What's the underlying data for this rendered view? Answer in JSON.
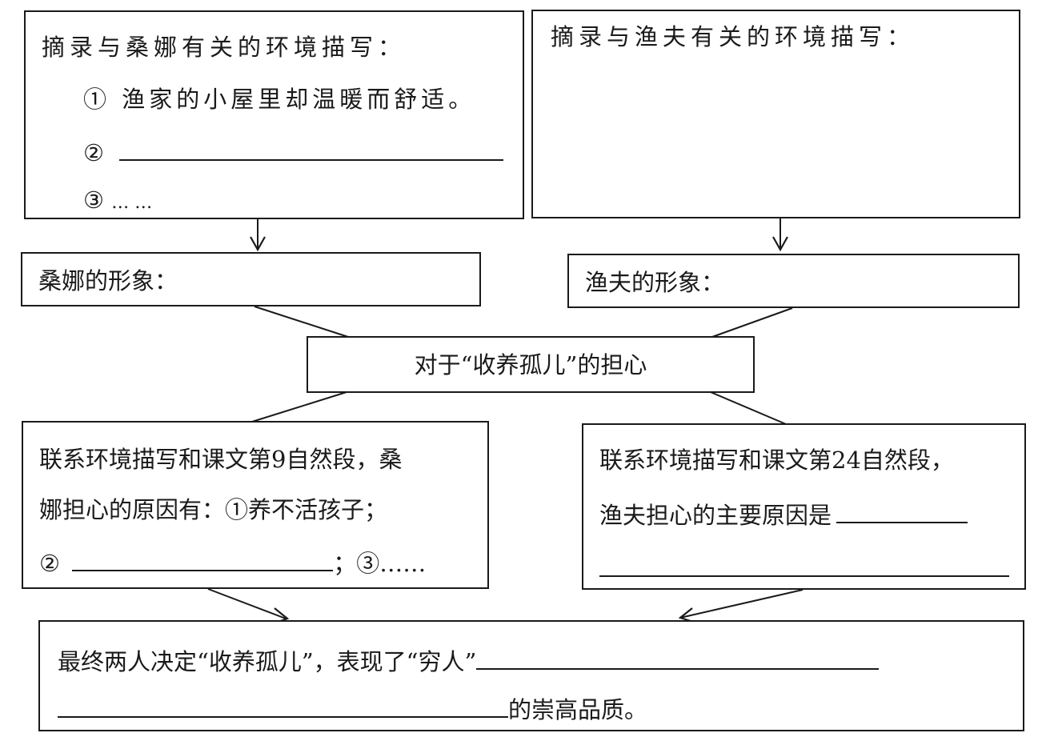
{
  "sangna_env": {
    "title": "摘录与桑娜有关的环境描写：",
    "items": [
      {
        "marker": "①",
        "text": "渔家的小屋里却温暖而舒适。"
      },
      {
        "marker": "②",
        "text": ""
      },
      {
        "marker": "③",
        "text": "… …"
      }
    ]
  },
  "fisherman_env": {
    "title": "摘录与渔夫有关的环境描写："
  },
  "sangna_image": {
    "label": "桑娜的形象："
  },
  "fisherman_image": {
    "label": "渔夫的形象："
  },
  "center": {
    "label": "对于“收养孤儿”的担心"
  },
  "sangna_reason": {
    "line1": "联系环境描写和课文第9自然段，桑",
    "line2": "娜担心的原因有：①养不活孩子；",
    "line3_marker": "②",
    "line3_sep": "；",
    "line3_tail": "③……"
  },
  "fisherman_reason": {
    "line1": "联系环境描写和课文第24自然段，",
    "line2": "渔夫担心的主要原因是"
  },
  "conclusion": {
    "line1": "最终两人决定“收养孤儿”，表现了“穷人”",
    "line2_tail": "的崇高品质。"
  }
}
